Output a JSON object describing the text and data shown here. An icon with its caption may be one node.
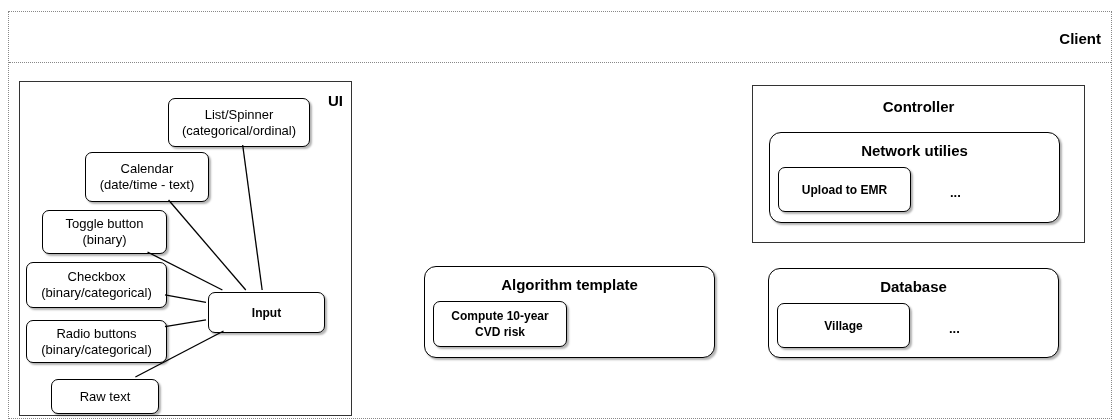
{
  "diagram": {
    "nodes": [
      {
        "text": [
          "Client"
        ]
      },
      {
        "text": [
          "UI"
        ],
        "in": 0
      },
      {
        "text": [
          "List/Spinner (categorical/ordinal)"
        ],
        "in": 1
      },
      {
        "text": [
          "Calendar (date/time - text)"
        ],
        "in": 1
      },
      {
        "text": [
          "Toggle button (binary)"
        ],
        "in": 1
      },
      {
        "text": [
          "Checkbox (binary/categorical)"
        ],
        "in": 1
      },
      {
        "text": [
          "Radio buttons (binary/categorical)"
        ],
        "in": 1
      },
      {
        "text": [
          "Raw text"
        ],
        "in": 1
      },
      {
        "text": [
          "Input"
        ],
        "in": 1
      },
      {
        "text": [
          "Algorithm template"
        ],
        "in": 0
      },
      {
        "text": [
          "Compute 10-year CVD risk"
        ],
        "in": 9
      },
      {
        "text": [
          "Controller"
        ],
        "in": 0
      },
      {
        "text": [
          "Network utilies",
          "..."
        ],
        "in": 11
      },
      {
        "text": [
          "Upload to EMR"
        ],
        "in": 12
      },
      {
        "text": [
          "Database",
          "..."
        ],
        "in": 0
      },
      {
        "text": [
          "Village"
        ],
        "in": 14
      }
    ],
    "edges": [
      {
        "from": 2,
        "to": 8,
        "arrow": "none"
      },
      {
        "from": 3,
        "to": 8,
        "arrow": "none"
      },
      {
        "from": 4,
        "to": 8,
        "arrow": "none"
      },
      {
        "from": 5,
        "to": 8,
        "arrow": "none"
      },
      {
        "from": 6,
        "to": 8,
        "arrow": "none"
      },
      {
        "from": 7,
        "to": 8,
        "arrow": "none"
      }
    ]
  }
}
